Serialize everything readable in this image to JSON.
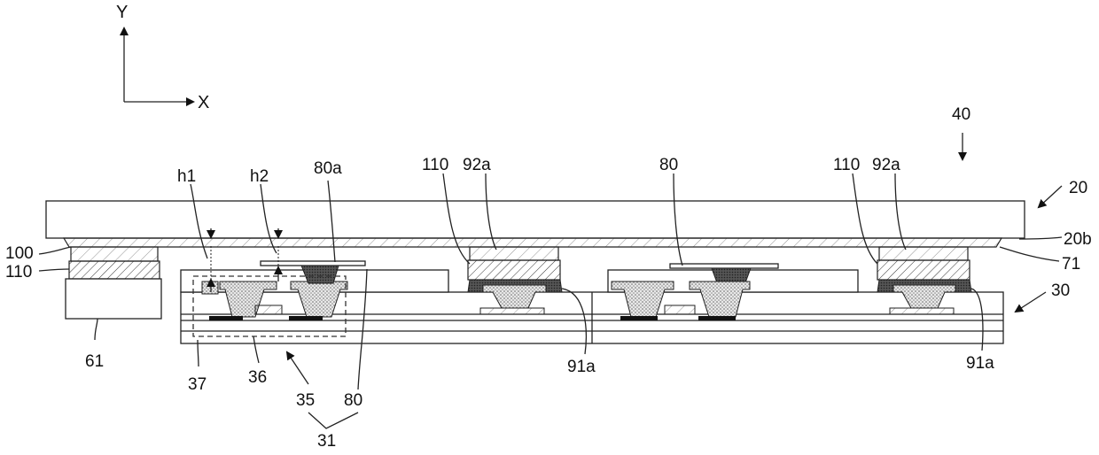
{
  "axes": {
    "y_label": "Y",
    "x_label": "X"
  },
  "labels": {
    "l40": "40",
    "l20": "20",
    "l20b": "20b",
    "l71": "71",
    "l30": "30",
    "l100": "100",
    "l110_left": "110",
    "l61": "61",
    "h1": "h1",
    "h2": "h2",
    "l80a": "80a",
    "l110_mid": "110",
    "l92a_mid": "92a",
    "l80_top": "80",
    "l110_right": "110",
    "l92a_right": "92a",
    "l91a_mid": "91a",
    "l91a_right": "91a",
    "l37": "37",
    "l36": "36",
    "l35": "35",
    "l80_bottom": "80",
    "l31": "31"
  }
}
